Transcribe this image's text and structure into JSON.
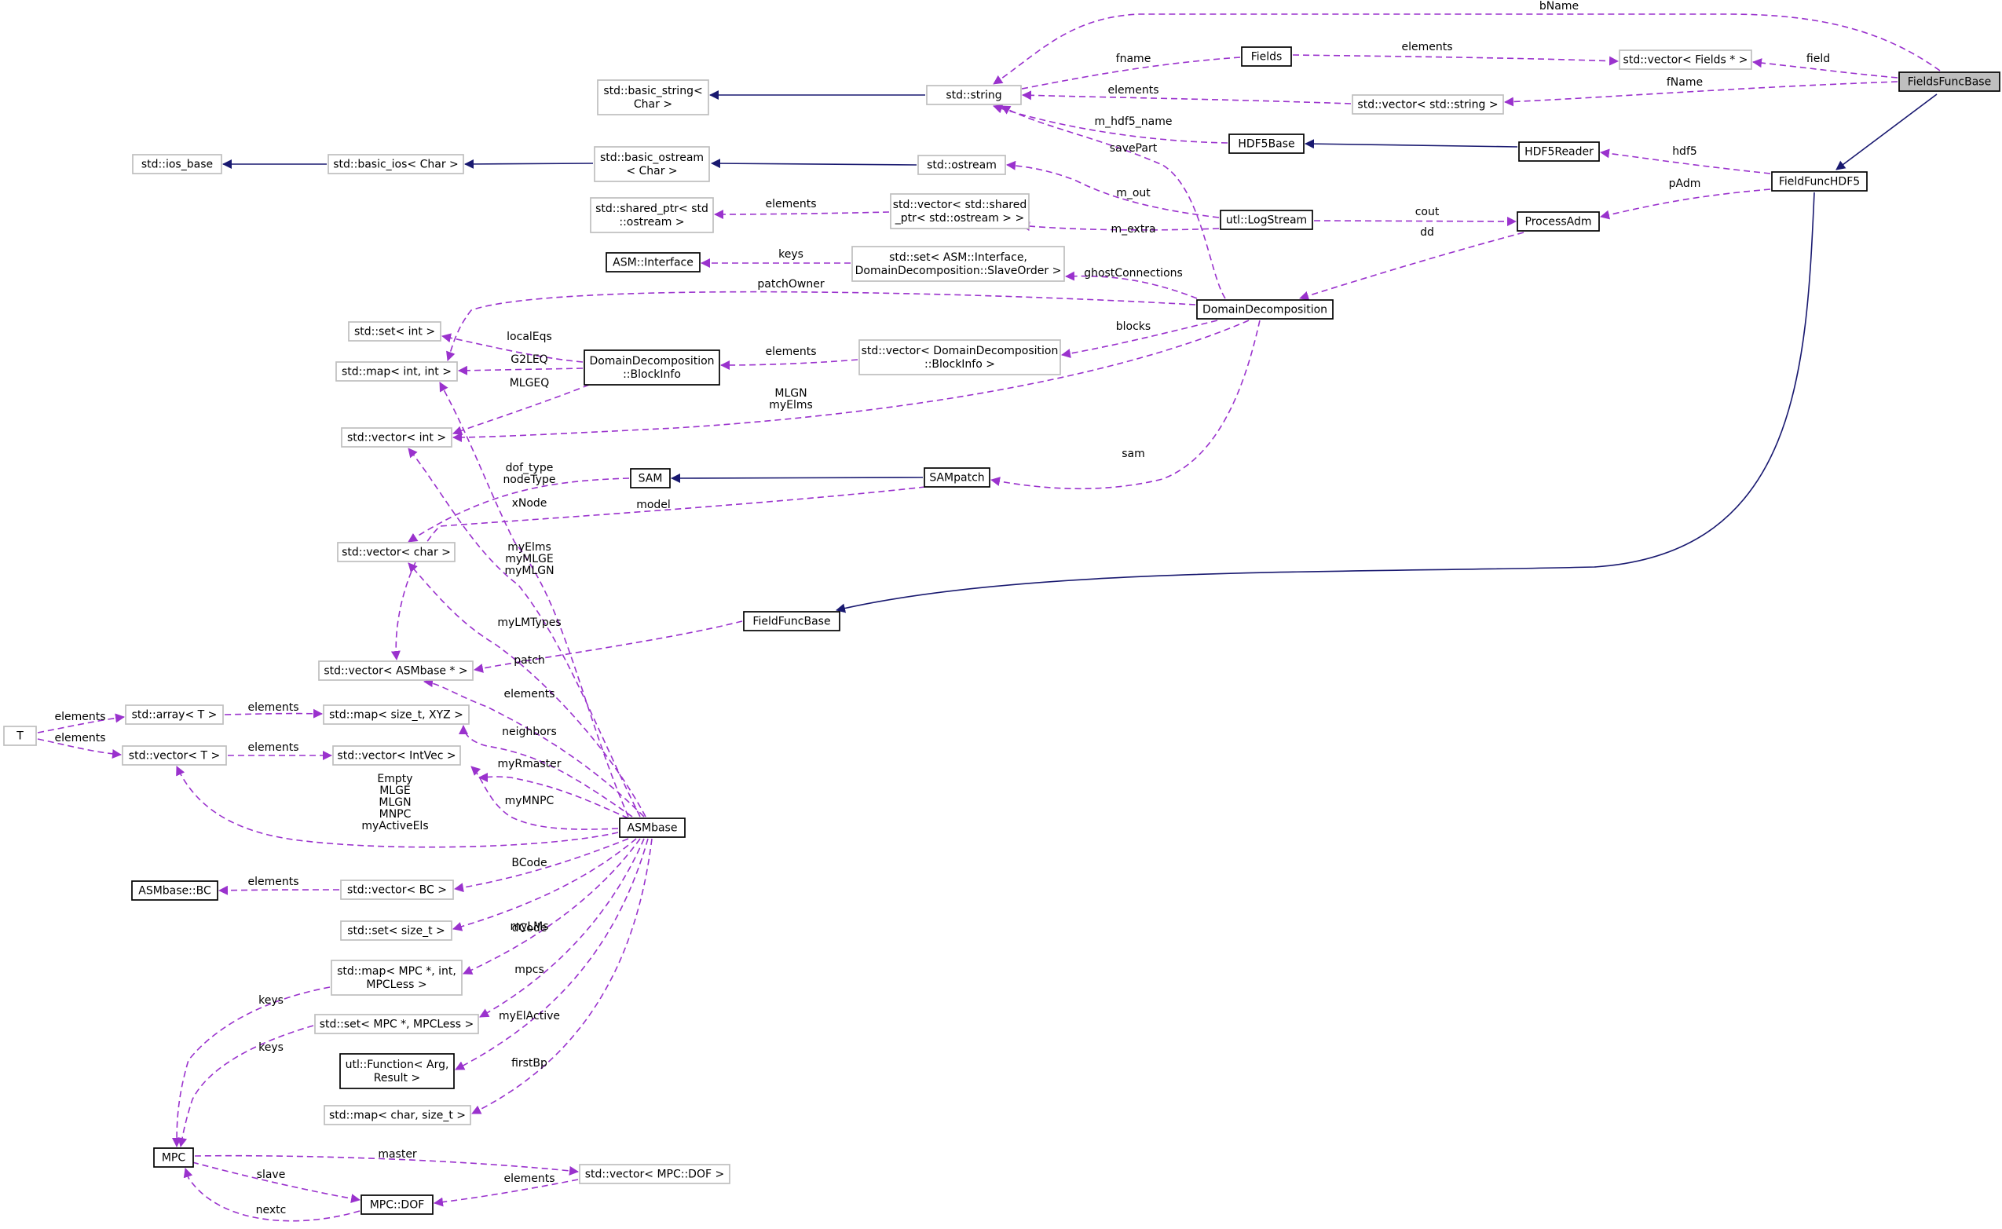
{
  "colors": {
    "inheritance_edge": "#191970",
    "usage_edge": "#9a32cd",
    "external_border": "#bfbfbf",
    "node_border": "#000000",
    "focus_fill": "#bfbfbf"
  },
  "nodes": {
    "FieldsFuncBase": {
      "kind": "focus",
      "lines": [
        "FieldsFuncBase"
      ]
    },
    "FieldFuncHDF5": {
      "kind": "normal",
      "lines": [
        "FieldFuncHDF5"
      ]
    },
    "FieldFuncBase": {
      "kind": "normal",
      "lines": [
        "FieldFuncBase"
      ]
    },
    "std_string": {
      "kind": "external",
      "lines": [
        "std::string"
      ]
    },
    "std_basic_string": {
      "kind": "external",
      "lines": [
        "std::basic_string<",
        "Char >"
      ]
    },
    "Fields": {
      "kind": "normal",
      "lines": [
        "Fields"
      ]
    },
    "vec_fields": {
      "kind": "external",
      "lines": [
        "std::vector< Fields * >"
      ]
    },
    "vec_string": {
      "kind": "external",
      "lines": [
        "std::vector< std::string >"
      ]
    },
    "HDF5Base": {
      "kind": "normal",
      "lines": [
        "HDF5Base"
      ]
    },
    "HDF5Reader": {
      "kind": "normal",
      "lines": [
        "HDF5Reader"
      ]
    },
    "ProcessAdm": {
      "kind": "normal",
      "lines": [
        "ProcessAdm"
      ]
    },
    "LogStream": {
      "kind": "normal",
      "lines": [
        "utl::LogStream"
      ]
    },
    "ostream": {
      "kind": "external",
      "lines": [
        "std::ostream"
      ]
    },
    "basic_ostream": {
      "kind": "external",
      "lines": [
        "std::basic_ostream",
        "< Char >"
      ]
    },
    "basic_ios": {
      "kind": "external",
      "lines": [
        "std::basic_ios< Char >"
      ]
    },
    "ios_base": {
      "kind": "external",
      "lines": [
        "std::ios_base"
      ]
    },
    "vec_shared": {
      "kind": "external",
      "lines": [
        "std::vector< std::shared",
        "_ptr< std::ostream > >"
      ]
    },
    "shared_ptr": {
      "kind": "external",
      "lines": [
        "std::shared_ptr< std",
        "::ostream >"
      ]
    },
    "DomainDecomposition": {
      "kind": "normal",
      "lines": [
        "DomainDecomposition"
      ]
    },
    "set_iface": {
      "kind": "external",
      "lines": [
        "std::set< ASM::Interface,",
        "DomainDecomposition::SlaveOrder >"
      ]
    },
    "ASMInterface": {
      "kind": "normal",
      "lines": [
        "ASM::Interface"
      ]
    },
    "vec_blockinfo": {
      "kind": "external",
      "lines": [
        "std::vector< DomainDecomposition",
        "::BlockInfo >"
      ]
    },
    "BlockInfo": {
      "kind": "normal",
      "lines": [
        "DomainDecomposition",
        "::BlockInfo"
      ]
    },
    "set_int": {
      "kind": "external",
      "lines": [
        "std::set< int >"
      ]
    },
    "map_int": {
      "kind": "external",
      "lines": [
        "std::map< int, int >"
      ]
    },
    "vec_int": {
      "kind": "external",
      "lines": [
        "std::vector< int >"
      ]
    },
    "SAM": {
      "kind": "normal",
      "lines": [
        "SAM"
      ]
    },
    "SAMpatch": {
      "kind": "normal",
      "lines": [
        "SAMpatch"
      ]
    },
    "vec_char": {
      "kind": "external",
      "lines": [
        "std::vector< char >"
      ]
    },
    "vec_asmbase": {
      "kind": "external",
      "lines": [
        "std::vector< ASMbase * >"
      ]
    },
    "T": {
      "kind": "external",
      "lines": [
        "T"
      ]
    },
    "array_T": {
      "kind": "external",
      "lines": [
        "std::array< T >"
      ]
    },
    "vec_T": {
      "kind": "external",
      "lines": [
        "std::vector< T >"
      ]
    },
    "map_xyz": {
      "kind": "external",
      "lines": [
        "std::map< size_t, XYZ >"
      ]
    },
    "vec_intvec": {
      "kind": "external",
      "lines": [
        "std::vector< IntVec >"
      ]
    },
    "ASMbase": {
      "kind": "normal",
      "lines": [
        "ASMbase"
      ]
    },
    "ASMbaseBC": {
      "kind": "normal",
      "lines": [
        "ASMbase::BC"
      ]
    },
    "vec_bc": {
      "kind": "external",
      "lines": [
        "std::vector< BC >"
      ]
    },
    "set_sizet": {
      "kind": "external",
      "lines": [
        "std::set< size_t >"
      ]
    },
    "map_mpc": {
      "kind": "external",
      "lines": [
        "std::map< MPC *, int,",
        "MPCLess >"
      ]
    },
    "set_mpc": {
      "kind": "external",
      "lines": [
        "std::set< MPC *, MPCLess >"
      ]
    },
    "utl_function": {
      "kind": "normal",
      "lines": [
        "utl::Function< Arg,",
        "Result >"
      ]
    },
    "map_char": {
      "kind": "external",
      "lines": [
        "std::map< char, size_t >"
      ]
    },
    "MPC": {
      "kind": "normal",
      "lines": [
        "MPC"
      ]
    },
    "vec_dof": {
      "kind": "external",
      "lines": [
        "std::vector< MPC::DOF >"
      ]
    },
    "MPCDOF": {
      "kind": "normal",
      "lines": [
        "MPC::DOF"
      ]
    }
  },
  "edges": [
    {
      "from": "FieldFuncHDF5",
      "to": "FieldsFuncBase",
      "type": "inherit",
      "label": ""
    },
    {
      "from": "FieldFuncHDF5",
      "to": "FieldFuncBase",
      "type": "inherit",
      "label": ""
    },
    {
      "from": "std_basic_string",
      "to": "std_string",
      "type": "inherit",
      "label": ""
    },
    {
      "from": "HDF5Base",
      "to": "HDF5Reader",
      "type": "inherit",
      "label": ""
    },
    {
      "from": "basic_ostream",
      "to": "ostream",
      "type": "inherit",
      "label": ""
    },
    {
      "from": "basic_ios",
      "to": "basic_ostream",
      "type": "inherit",
      "label": ""
    },
    {
      "from": "ios_base",
      "to": "basic_ios",
      "type": "inherit",
      "label": ""
    },
    {
      "from": "SAM",
      "to": "SAMpatch",
      "type": "inherit",
      "label": ""
    },
    {
      "from": "std_string",
      "to": "FieldsFuncBase",
      "type": "usage",
      "label": "bName"
    },
    {
      "from": "vec_fields",
      "to": "FieldsFuncBase",
      "type": "usage",
      "label": "field"
    },
    {
      "from": "vec_string",
      "to": "FieldsFuncBase",
      "type": "usage",
      "label": "fName"
    },
    {
      "from": "Fields",
      "to": "vec_fields",
      "type": "usage",
      "label": "elements"
    },
    {
      "from": "std_string",
      "to": "Fields",
      "type": "usage",
      "label": "fname"
    },
    {
      "from": "std_string",
      "to": "vec_string",
      "type": "usage",
      "label": "elements"
    },
    {
      "from": "std_string",
      "to": "HDF5Base",
      "type": "usage",
      "label": "m_hdf5_name"
    },
    {
      "from": "std_string",
      "to": "DomainDecomposition",
      "type": "usage",
      "label": "savePart"
    },
    {
      "from": "HDF5Reader",
      "to": "FieldFuncHDF5",
      "type": "usage",
      "label": "hdf5"
    },
    {
      "from": "ProcessAdm",
      "to": "FieldFuncHDF5",
      "type": "usage",
      "label": "pAdm"
    },
    {
      "from": "LogStream",
      "to": "ProcessAdm",
      "type": "usage",
      "label": "cout"
    },
    {
      "from": "DomainDecomposition",
      "to": "ProcessAdm",
      "type": "usage",
      "label": "dd"
    },
    {
      "from": "ostream",
      "to": "LogStream",
      "type": "usage",
      "label": "m_out"
    },
    {
      "from": "vec_shared",
      "to": "LogStream",
      "type": "usage",
      "label": "m_extra"
    },
    {
      "from": "shared_ptr",
      "to": "vec_shared",
      "type": "usage",
      "label": "elements"
    },
    {
      "from": "ASMInterface",
      "to": "set_iface",
      "type": "usage",
      "label": "keys"
    },
    {
      "from": "set_iface",
      "to": "DomainDecomposition",
      "type": "usage",
      "label": "ghostConnections"
    },
    {
      "from": "vec_blockinfo",
      "to": "DomainDecomposition",
      "type": "usage",
      "label": "blocks"
    },
    {
      "from": "map_int",
      "to": "DomainDecomposition",
      "type": "usage",
      "label": "patchOwner"
    },
    {
      "from": "vec_int",
      "to": "DomainDecomposition",
      "type": "usage",
      "label": "MLGN\nmyElms"
    },
    {
      "from": "SAMpatch",
      "to": "DomainDecomposition",
      "type": "usage",
      "label": "sam"
    },
    {
      "from": "BlockInfo",
      "to": "vec_blockinfo",
      "type": "usage",
      "label": "elements"
    },
    {
      "from": "set_int",
      "to": "BlockInfo",
      "type": "usage",
      "label": "localEqs"
    },
    {
      "from": "map_int",
      "to": "BlockInfo",
      "type": "usage",
      "label": "G2LEQ"
    },
    {
      "from": "vec_int",
      "to": "BlockInfo",
      "type": "usage",
      "label": "MLGEQ"
    },
    {
      "from": "vec_char",
      "to": "SAM",
      "type": "usage",
      "label": "dof_type\nnodeType"
    },
    {
      "from": "vec_asmbase",
      "to": "SAMpatch",
      "type": "usage",
      "label": "model"
    },
    {
      "from": "vec_asmbase",
      "to": "FieldFuncBase",
      "type": "usage",
      "label": "patch"
    },
    {
      "from": "map_int",
      "to": "ASMbase",
      "type": "usage",
      "label": "xNode"
    },
    {
      "from": "vec_int",
      "to": "ASMbase",
      "type": "usage",
      "label": "myElms\nmyMLGE\nmyMLGN"
    },
    {
      "from": "vec_char",
      "to": "ASMbase",
      "type": "usage",
      "label": "myLMTypes"
    },
    {
      "from": "ASMbase",
      "to": "vec_asmbase",
      "type": "usage",
      "label": "elements"
    },
    {
      "from": "map_xyz",
      "to": "ASMbase",
      "type": "usage",
      "label": "neighbors"
    },
    {
      "from": "vec_intvec",
      "to": "ASMbase",
      "type": "usage",
      "label": "myRmaster"
    },
    {
      "from": "vec_T",
      "to": "ASMbase",
      "type": "usage",
      "label": "Empty\nMLGE\nMLGN\nMNPC\nmyActiveEls"
    },
    {
      "from": "vec_intvec",
      "to": "ASMbase",
      "type": "usage",
      "label": "myMNPC"
    },
    {
      "from": "T",
      "to": "array_T",
      "type": "usage",
      "label": "elements"
    },
    {
      "from": "T",
      "to": "vec_T",
      "type": "usage",
      "label": "elements"
    },
    {
      "from": "array_T",
      "to": "map_xyz",
      "type": "usage",
      "label": "elements"
    },
    {
      "from": "vec_T",
      "to": "vec_intvec",
      "type": "usage",
      "label": "elements"
    },
    {
      "from": "vec_bc",
      "to": "ASMbase",
      "type": "usage",
      "label": "BCode"
    },
    {
      "from": "ASMbaseBC",
      "to": "vec_bc",
      "type": "usage",
      "label": "elements"
    },
    {
      "from": "set_sizet",
      "to": "ASMbase",
      "type": "usage",
      "label": "myLMs"
    },
    {
      "from": "map_mpc",
      "to": "ASMbase",
      "type": "usage",
      "label": "dCode"
    },
    {
      "from": "set_mpc",
      "to": "ASMbase",
      "type": "usage",
      "label": "mpcs"
    },
    {
      "from": "utl_function",
      "to": "ASMbase",
      "type": "usage",
      "label": "myElActive"
    },
    {
      "from": "map_char",
      "to": "ASMbase",
      "type": "usage",
      "label": "firstBp"
    },
    {
      "from": "MPC",
      "to": "map_mpc",
      "type": "usage",
      "label": "keys"
    },
    {
      "from": "MPC",
      "to": "set_mpc",
      "type": "usage",
      "label": "keys"
    },
    {
      "from": "MPC",
      "to": "vec_dof",
      "type": "usage",
      "label": "master"
    },
    {
      "from": "MPC",
      "to": "MPCDOF",
      "type": "usage",
      "label": "slave"
    },
    {
      "from": "MPCDOF",
      "to": "vec_dof",
      "type": "usage",
      "label": "elements"
    },
    {
      "from": "MPCDOF",
      "to": "MPC",
      "type": "usage",
      "label": "nextc"
    }
  ]
}
